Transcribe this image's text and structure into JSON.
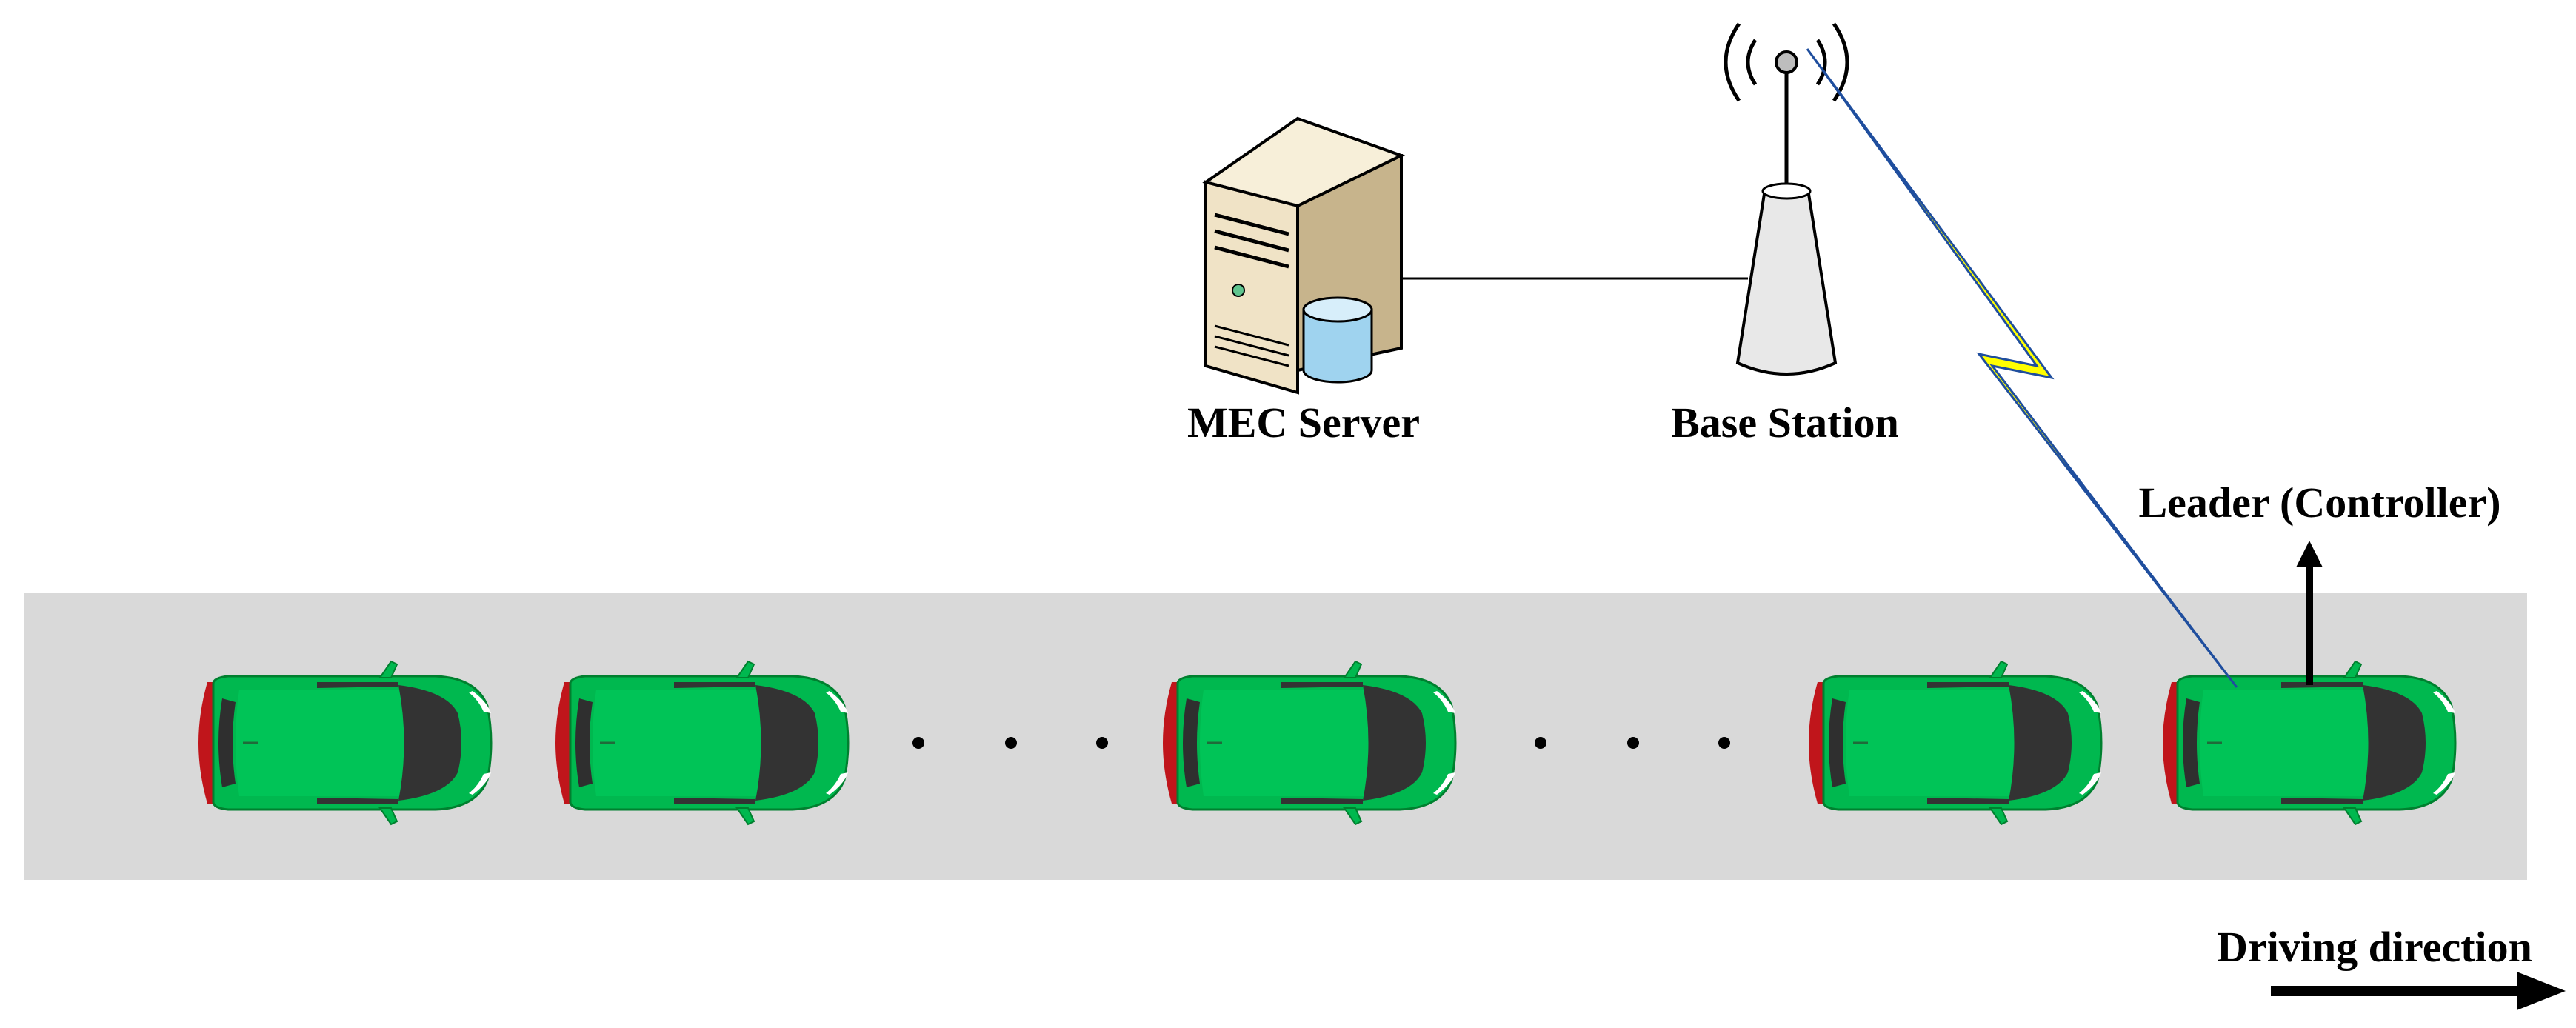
{
  "labels": {
    "mec_server": "MEC Server",
    "base_station": "Base Station",
    "leader": "Leader (Controller)",
    "driving_direction": "Driving direction"
  },
  "colors": {
    "road": "#d9d9d9",
    "car_body": "#00b84f",
    "car_glass": "#2f2f2f",
    "tail_light": "#c0151b",
    "lightning": "#ffff00",
    "lightning_edge": "#1f4e9e",
    "server_body": "#f0e3c6",
    "database": "#9fd3ef"
  },
  "icons": {
    "server": "server-tower-icon",
    "database": "database-cylinder-icon",
    "antenna": "cell-tower-icon",
    "wireless_link": "lightning-bolt-icon",
    "vehicle": "car-top-view-icon"
  },
  "platoon": {
    "visible_vehicle_count": 5,
    "ellipsis_groups": 2
  }
}
